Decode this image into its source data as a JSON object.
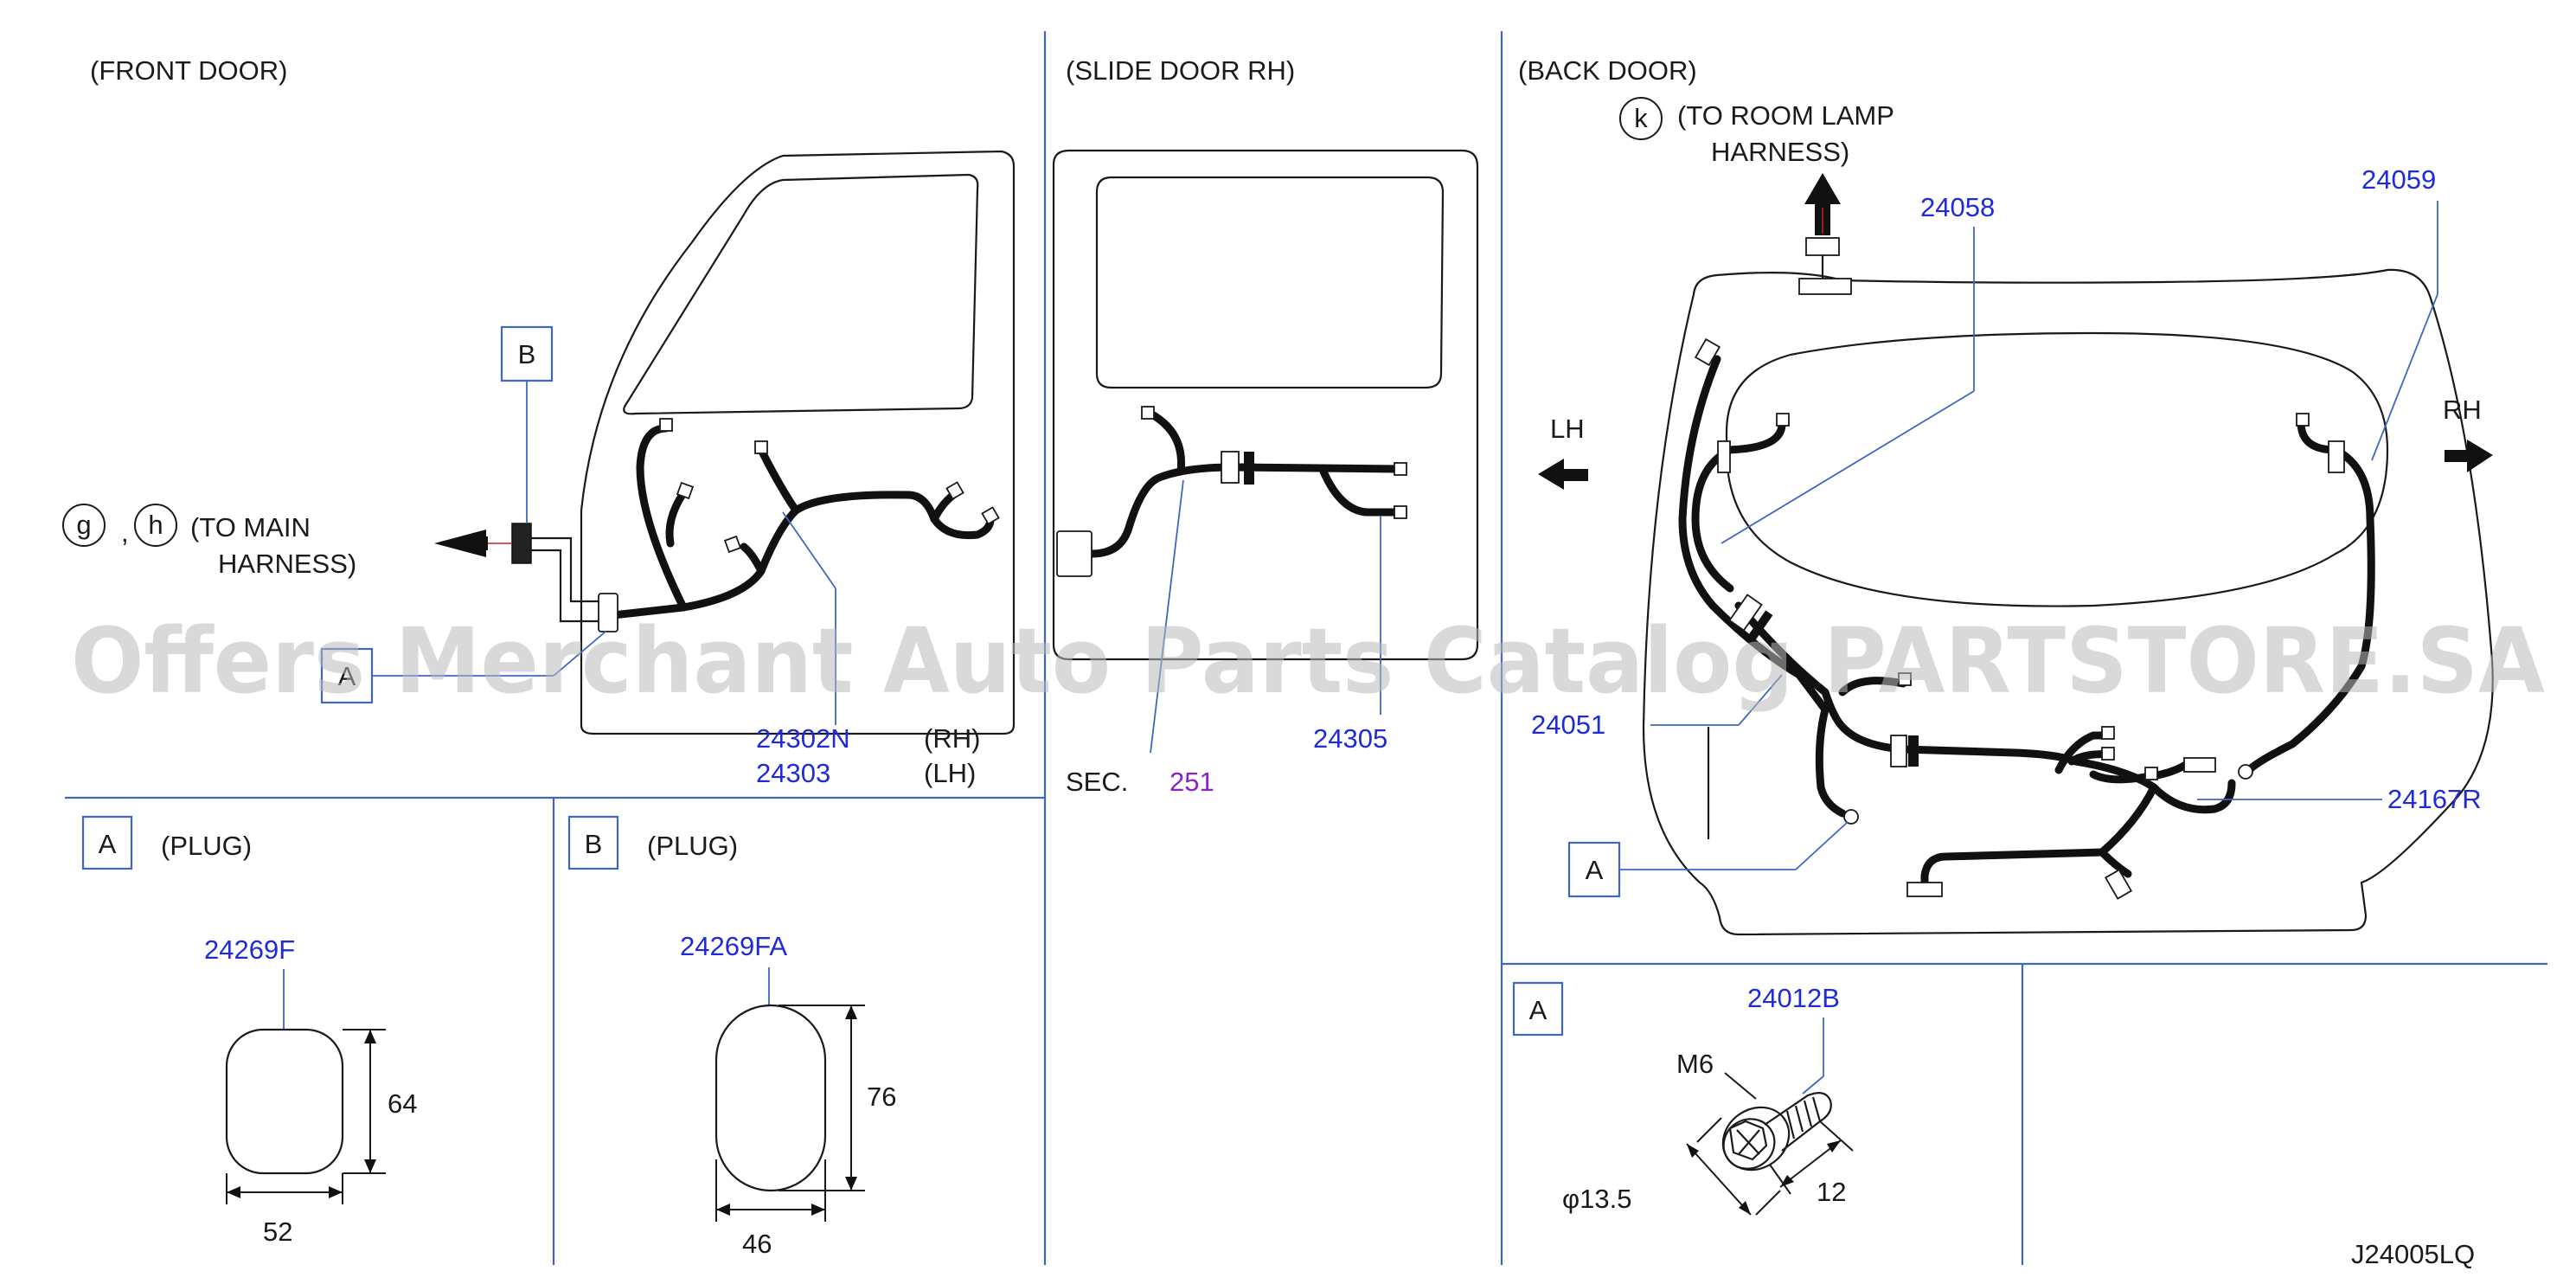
{
  "sections": {
    "front_door": "(FRONT   DOOR)",
    "slide_door": "(SLIDE   DOOR  RH)",
    "back_door": "(BACK   DOOR)"
  },
  "front": {
    "callout_g": "g",
    "callout_comma": ",",
    "callout_h": "h",
    "to_main_line1": "(TO   MAIN",
    "to_main_line2": "HARNESS)",
    "ref_b": "B",
    "ref_a": "A",
    "part_rh": "24302N",
    "part_lh": "24303",
    "rh_label": "(RH)",
    "lh_label": "(LH)"
  },
  "slide": {
    "sec_label": "SEC.",
    "sec_number": "251",
    "part": "24305"
  },
  "back": {
    "callout_k": "k",
    "to_room_line1": "(TO   ROOM   LAMP",
    "to_room_line2": "HARNESS)",
    "part_24058": "24058",
    "part_24059": "24059",
    "part_24051": "24051",
    "part_24167r": "24167R",
    "lh": "LH",
    "rh": "RH",
    "ref_a": "A"
  },
  "detail_a_plug": {
    "ref": "A",
    "title": "(PLUG)",
    "part": "24269F",
    "height": "64",
    "width": "52"
  },
  "detail_b_plug": {
    "ref": "B",
    "title": "(PLUG)",
    "part": "24269FA",
    "height": "76",
    "width": "46"
  },
  "detail_a_bolt": {
    "ref": "A",
    "part": "24012B",
    "thread": "M6",
    "diameter": "φ13.5",
    "length": "12"
  },
  "diagram_code": "J24005LQ",
  "watermark": "Offers Merchant Auto Parts Catalog PARTSTORE.SA",
  "colors": {
    "part_number": "#1f2bd8",
    "section_ref": "#8a21c9",
    "divider": "#3f66c4",
    "watermark": "#b9b9b9"
  }
}
